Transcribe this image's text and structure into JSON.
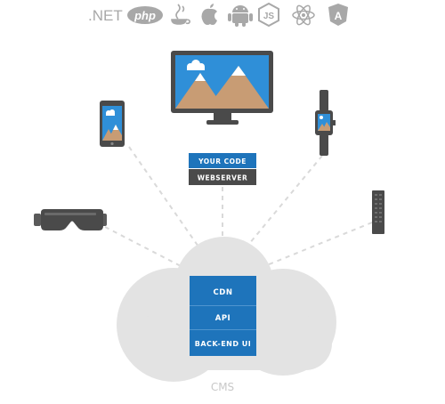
{
  "tech_logos": {
    "dotnet": ".NET",
    "php": "php",
    "java": "java-icon",
    "apple": "apple-icon",
    "android": "android-icon",
    "nodejs": "JS",
    "react": "react-icon",
    "angular": "A"
  },
  "code_stack": {
    "your_code": "YOUR CODE",
    "webserver": "WEBSERVER"
  },
  "cms_stack": {
    "cdn": "CDN",
    "api": "API",
    "backend_ui": "BACK-END UI"
  },
  "cms_label": "CMS",
  "colors": {
    "blue": "#1e74bb",
    "dark": "#4a4a4a",
    "cloud": "#e3e3e3",
    "sky": "#2f8fd8",
    "mountain": "#c89c74",
    "logo_gray": "#a8a8a8"
  }
}
